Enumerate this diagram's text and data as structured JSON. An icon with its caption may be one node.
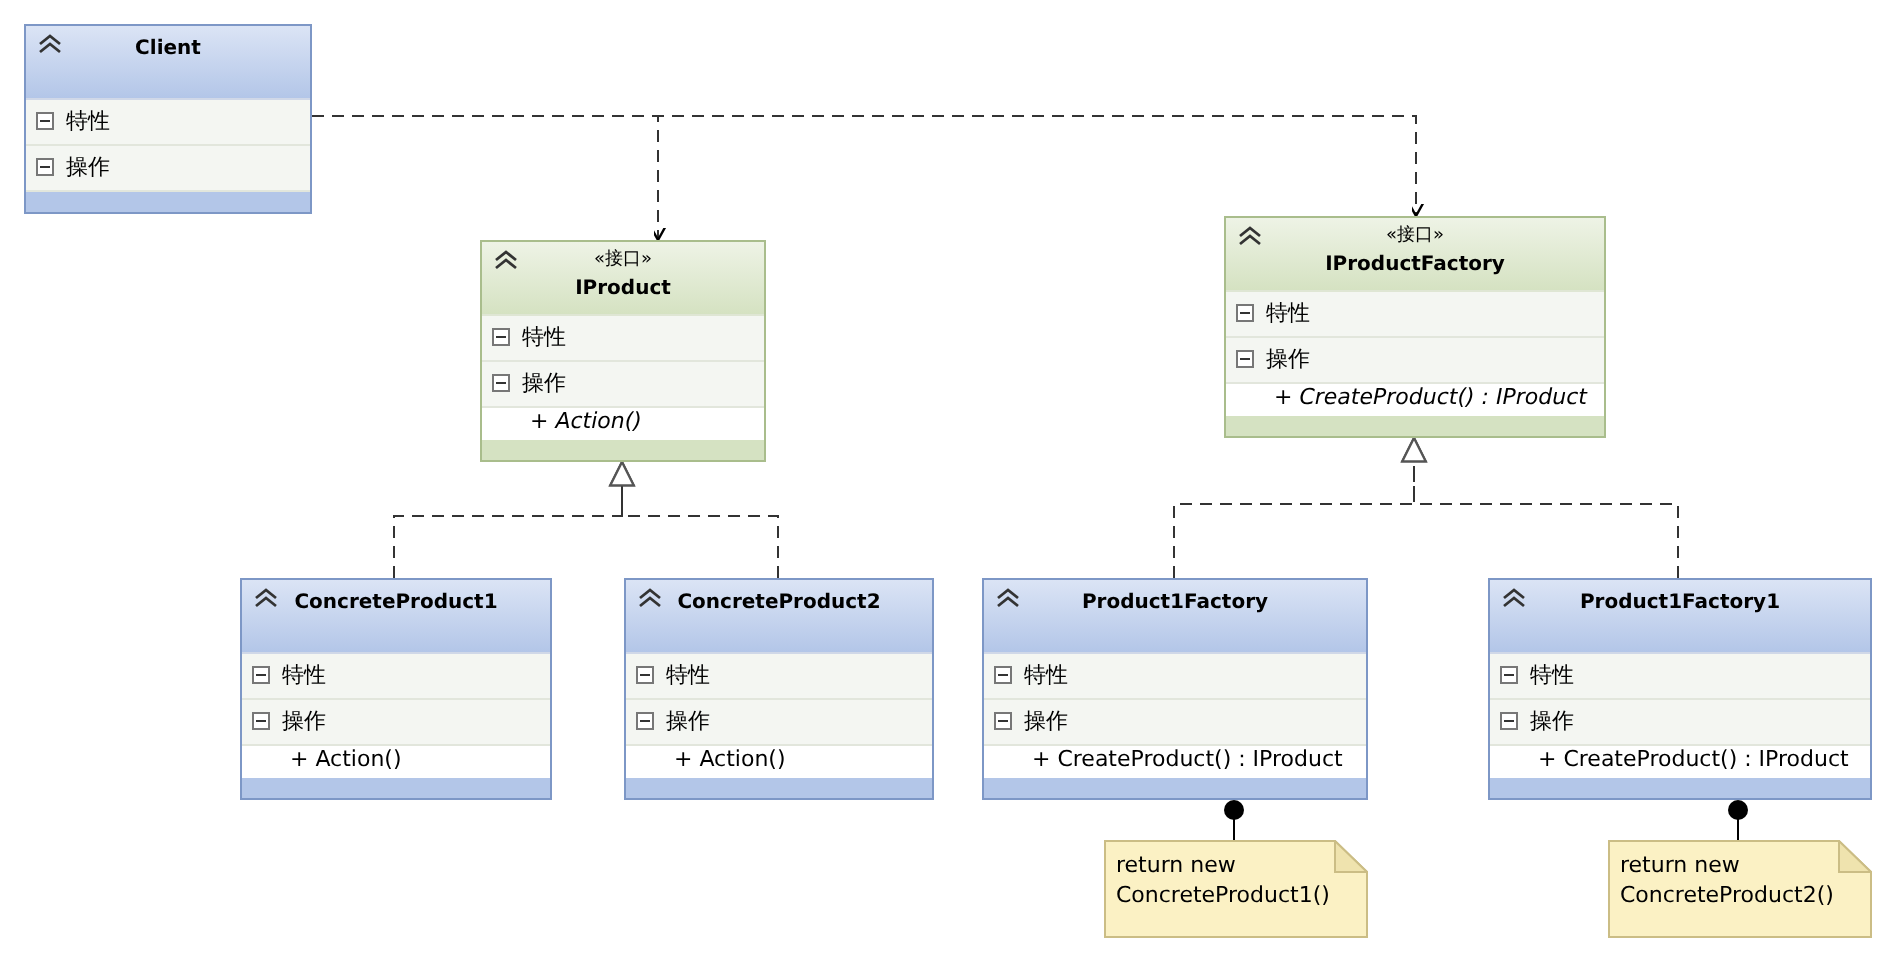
{
  "diagram": {
    "nodes": [
      {
        "text": [
          "Client",
          "特性",
          "操作"
        ]
      },
      {
        "text": [
          "«接口»",
          "IProduct",
          "特性",
          "操作",
          "+ Action()"
        ]
      },
      {
        "text": [
          "«接口»",
          "IProductFactory",
          "特性",
          "操作",
          "+ CreateProduct() : IProduct"
        ]
      },
      {
        "text": [
          "ConcreteProduct1",
          "特性",
          "操作",
          "+ Action()"
        ]
      },
      {
        "text": [
          "ConcreteProduct2",
          "特性",
          "操作",
          "+ Action()"
        ]
      },
      {
        "text": [
          "Product1Factory",
          "特性",
          "操作",
          "+ CreateProduct() : IProduct"
        ]
      },
      {
        "text": [
          "Product1Factory1",
          "特性",
          "操作",
          "+ CreateProduct() : IProduct"
        ]
      },
      {
        "text": [
          "return new ConcreteProduct1()"
        ]
      },
      {
        "text": [
          "return new ConcreteProduct2()"
        ]
      }
    ],
    "edges": [
      {
        "from": 0,
        "to": 1,
        "arrow": "to",
        "style": "dashed"
      },
      {
        "from": 0,
        "to": 2,
        "arrow": "to",
        "style": "dashed"
      },
      {
        "from": 3,
        "to": 1,
        "arrow": "to",
        "style": "dashed"
      },
      {
        "from": 4,
        "to": 1,
        "arrow": "to",
        "style": "dashed"
      },
      {
        "from": 5,
        "to": 2,
        "arrow": "to",
        "style": "dashed"
      },
      {
        "from": 6,
        "to": 2,
        "arrow": "to",
        "style": "dashed"
      },
      {
        "from": 5,
        "to": 7,
        "arrow": "other"
      },
      {
        "from": 6,
        "to": 8,
        "arrow": "other"
      }
    ]
  }
}
